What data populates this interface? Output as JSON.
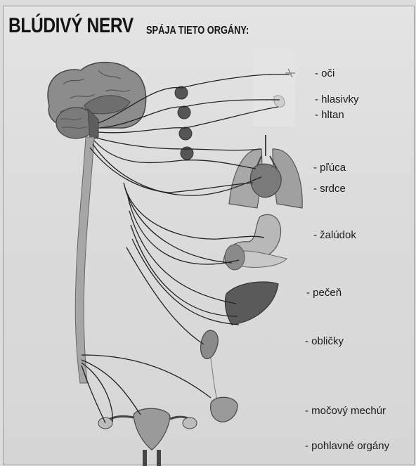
{
  "title": {
    "main": "BLÚDIVÝ NERV",
    "sub": "SPÁJA TIETO ORGÁNY:"
  },
  "organs": [
    "- oči",
    "- hlasivky",
    "- hltan",
    "- pľúca",
    "- srdce",
    "- žalúdok",
    "- pečeň",
    "- obličky",
    "- močový mechúr",
    "- pohlavné orgány"
  ]
}
